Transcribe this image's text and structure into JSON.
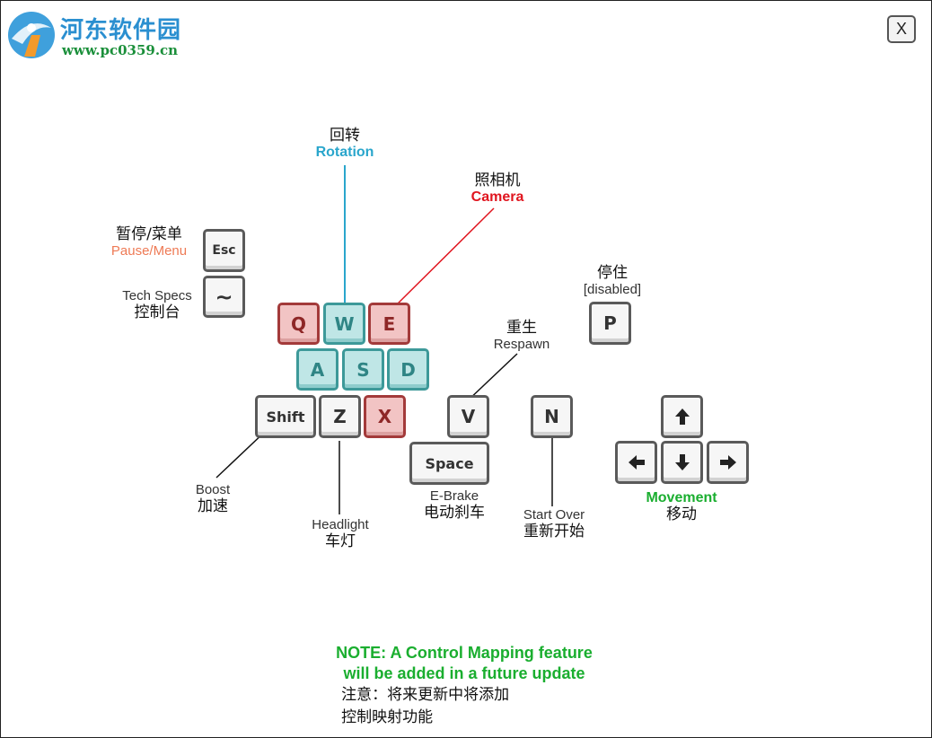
{
  "watermark": {
    "title": "河东软件园",
    "url": "www.pc0359.cn"
  },
  "close_label": "X",
  "keys": {
    "esc": "Esc",
    "tilde": "~",
    "q": "Q",
    "w": "W",
    "e": "E",
    "a": "A",
    "s": "S",
    "d": "D",
    "shift": "Shift",
    "z": "Z",
    "x": "X",
    "v": "V",
    "space": "Space",
    "n": "N",
    "p": "P"
  },
  "labels": {
    "rotation": {
      "cn": "回转",
      "en": "Rotation"
    },
    "camera": {
      "cn": "照相机",
      "en": "Camera"
    },
    "pause": {
      "cn": "暂停/菜单",
      "en": "Pause/Menu"
    },
    "tech": {
      "en": "Tech Specs",
      "cn": "控制台"
    },
    "respawn": {
      "cn": "重生",
      "en": "Respawn"
    },
    "stop": {
      "cn": "停住",
      "en": "[disabled]"
    },
    "boost": {
      "en": "Boost",
      "cn": "加速"
    },
    "headlight": {
      "en": "Headlight",
      "cn": "车灯"
    },
    "ebrake": {
      "en": "E-Brake",
      "cn": "电动刹车"
    },
    "startover": {
      "en": "Start Over",
      "cn": "重新开始"
    },
    "movement": {
      "en": "Movement",
      "cn": "移动"
    }
  },
  "arrow_keys": [
    "up-arrow-icon",
    "left-arrow-icon",
    "down-arrow-icon",
    "right-arrow-icon"
  ],
  "note": {
    "en_line1": "NOTE:  A Control Mapping feature",
    "en_line2": "will be added in a future update",
    "cn_line1": "注意：将来更新中将添加",
    "cn_line2": "控制映射功能"
  },
  "colors": {
    "rotation": "#2aa6cc",
    "camera": "#e0151f",
    "pause": "#ee7a55",
    "movement": "#1aae2f",
    "teal_key": "#bfe6e6",
    "red_key": "#f2c4c4"
  }
}
